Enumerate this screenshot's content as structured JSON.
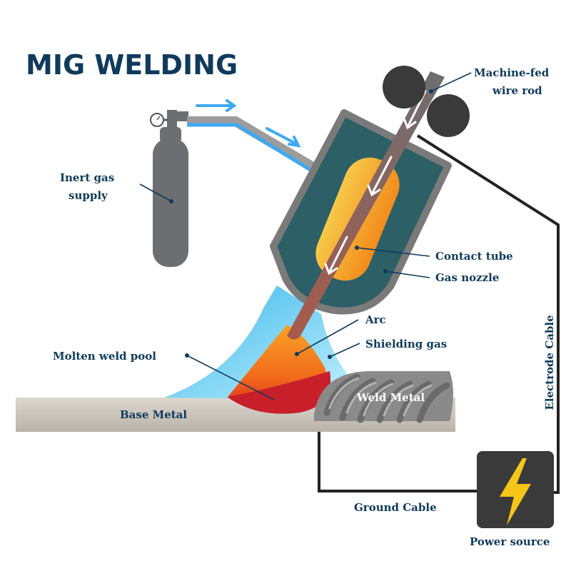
{
  "title": "MIG WELDING",
  "labels": {
    "wire_rod_line1": "Machine-fed",
    "wire_rod_line2": "wire rod",
    "gas_supply_line1": "Inert gas",
    "gas_supply_line2": "supply",
    "contact_tube": "Contact tube",
    "gas_nozzle": "Gas nozzle",
    "arc": "Arc",
    "shielding_gas": "Shielding gas",
    "molten_weld_pool": "Molten weld pool",
    "weld_metal": "Weld Metal",
    "base_metal": "Base Metal",
    "electrode_cable": "Electrode Cable",
    "ground_cable": "Ground Cable",
    "power_source": "Power source"
  },
  "colors": {
    "title": "#0f3a5c",
    "gas_flow": "#3fa9f5",
    "shielding_gas": "#5ed0f0",
    "nozzle": "#2c5f66",
    "contact_tube": "#f5a623",
    "molten_pool": "#c8202a",
    "base_metal": "#c9c3bb",
    "cylinder": "#6d6e71",
    "power_source": "#3a3a3a",
    "lightning": "#f5c518"
  },
  "icons": {
    "power": "lightning-bolt-icon",
    "gauge": "pressure-gauge-icon"
  }
}
